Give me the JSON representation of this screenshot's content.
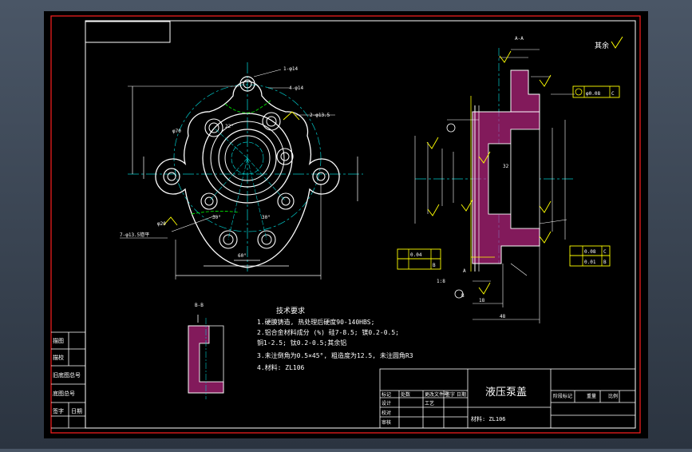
{
  "title_block": {
    "part_name": "液压泵盖",
    "material": "材料: ZL106",
    "header_row": [
      "标记",
      "处数",
      "更改文件号",
      "签字",
      "日期"
    ],
    "stage_labels": [
      "阶段标记",
      "重量",
      "比例"
    ],
    "sign_rows": [
      "设计",
      "校对",
      "审核",
      "工艺"
    ]
  },
  "left_strip": [
    "描图",
    "描校",
    "旧底图总号",
    "底图总号",
    "签字",
    "日期"
  ],
  "surface_note": "其余",
  "tech_req": {
    "heading": "技术要求",
    "lines": [
      "1.硬膜铸造, 热处理后硬度90-140HBS;",
      "2.铝合金材料成分 (%) 硅7-8.5; 镁0.2-0.5;",
      "   铜1-2.5; 钛0.2-0.5;其余铝",
      "3.未注倒角为0.5×45°, 粗造度为12.5, 未注圆角R3",
      "4.材料: ZL106"
    ]
  },
  "views": {
    "section_a": "A-A",
    "section_b": "B-B"
  },
  "dims": {
    "front": [
      "1-φ14",
      "4-φ14",
      "2-φ13.5",
      "φ70",
      "22°",
      "30°",
      "30°",
      "60°",
      "7-φ13.5锪平",
      "φ20"
    ],
    "side": [
      "φ0.08",
      "C",
      "0.08",
      "C",
      "0.04",
      "B",
      "0.01",
      "B",
      "1:8",
      "32",
      "48",
      "18",
      "A",
      "B"
    ]
  }
}
